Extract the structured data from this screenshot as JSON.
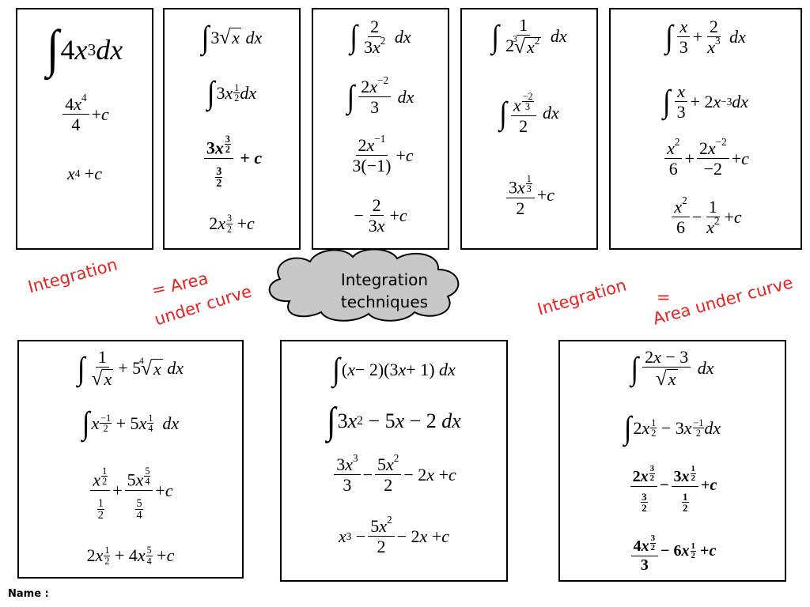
{
  "cloud": {
    "line1": "Integration",
    "line2": "techniques"
  },
  "annotations": {
    "left_integration": "Integration",
    "left_equals_area": "=   Area",
    "left_under_curve": "under curve",
    "right_integration": "Integration",
    "right_equals": "=",
    "right_area_under_curve": "Area under curve"
  },
  "footer": {
    "name_label": "Name :"
  },
  "colors": {
    "annotation": "#e8231f",
    "cloud_fill": "#c8c8c8",
    "border": "#000000"
  }
}
